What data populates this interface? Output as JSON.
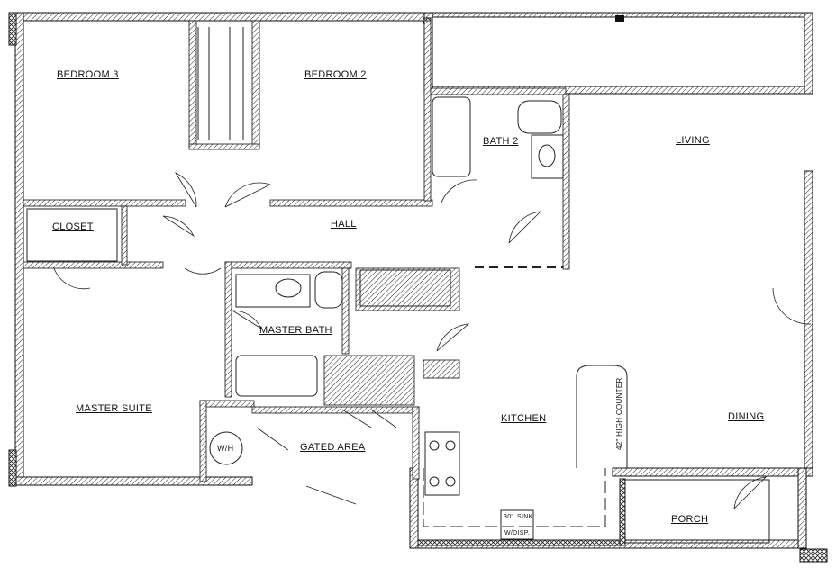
{
  "rooms": {
    "bedroom3": "BEDROOM 3",
    "bedroom2": "BEDROOM 2",
    "bath2": "BATH 2",
    "living": "LIVING",
    "closet": "CLOSET",
    "hall": "HALL",
    "master_bath": "MASTER BATH",
    "master_suite": "MASTER SUITE",
    "kitchen": "KITCHEN",
    "dining": "DINING",
    "gated_area": "GATED AREA",
    "porch": "PORCH"
  },
  "fixtures": {
    "water_heater": "W/H",
    "counter_note": "42\" HIGH COUNTER",
    "sink_size": "30\"",
    "sink": "SINK",
    "disposal": "W/DISP."
  }
}
